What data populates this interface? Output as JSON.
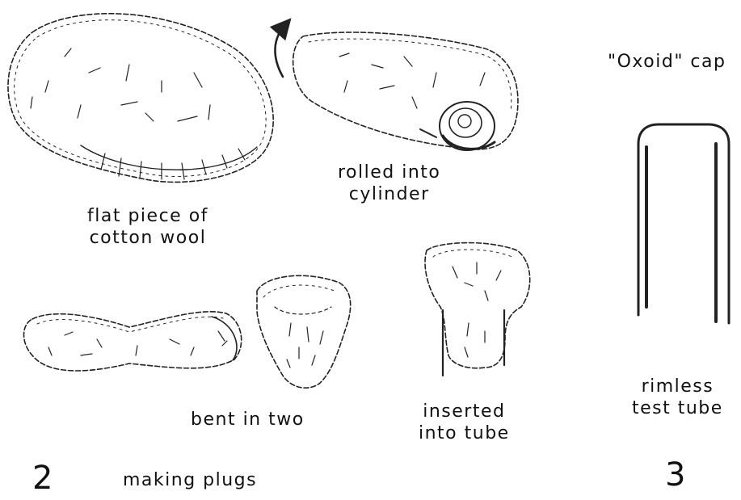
{
  "labels": {
    "flat_piece": [
      "flat piece of",
      "cotton wool"
    ],
    "rolled": [
      "rolled into",
      "cylinder"
    ],
    "bent": "bent in two",
    "inserted": [
      "inserted",
      "into tube"
    ],
    "cap": "\"Oxoid\" cap",
    "tube": [
      "rimless",
      "test tube"
    ]
  },
  "figures": {
    "left_number": "2",
    "left_caption": "making plugs",
    "right_number": "3"
  },
  "icons": {
    "flat_wool": "flat-cotton-wool-icon",
    "rolled_wool": "rolled-cotton-cylinder-icon",
    "rotation_arrow": "curved-arrow-icon",
    "bent_wool": "bent-cotton-wool-icon",
    "folded_plug": "folded-plug-icon",
    "inserted_plug": "plug-in-tube-icon",
    "oxoid_cap": "oxoid-cap-icon"
  }
}
